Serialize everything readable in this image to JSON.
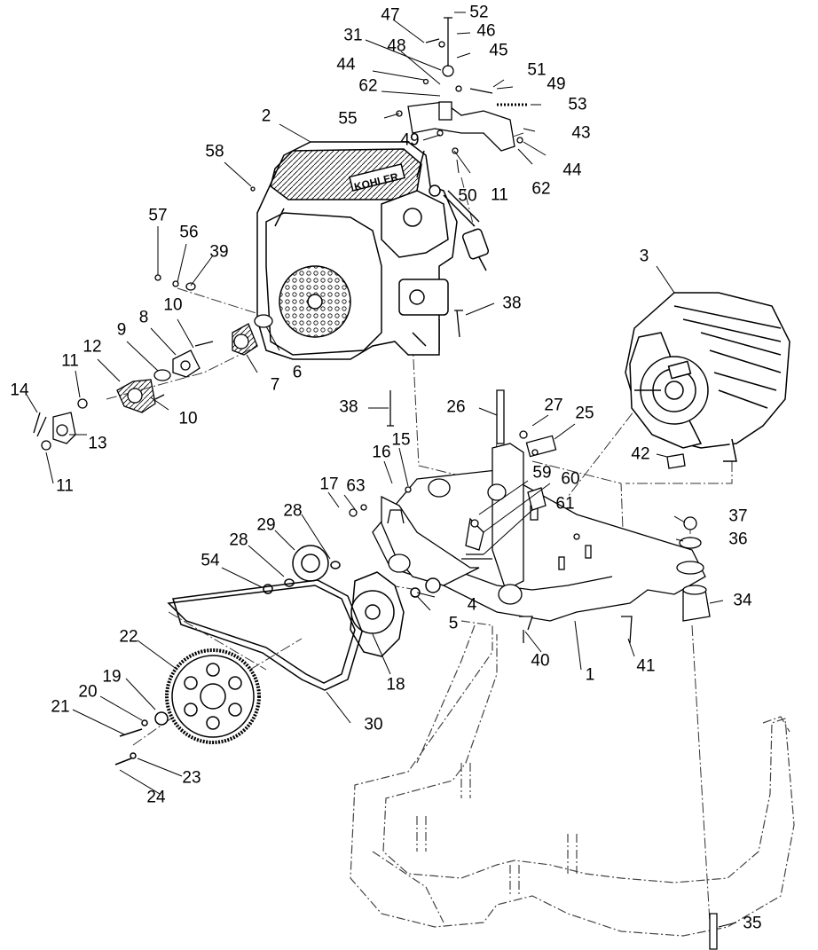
{
  "diagram": {
    "brand_text": "KOHLER",
    "callouts": [
      {
        "id": "c52",
        "text": "52"
      },
      {
        "id": "c47",
        "text": "47"
      },
      {
        "id": "c46",
        "text": "46"
      },
      {
        "id": "c31",
        "text": "31"
      },
      {
        "id": "c48",
        "text": "48"
      },
      {
        "id": "c45",
        "text": "45"
      },
      {
        "id": "c44a",
        "text": "44"
      },
      {
        "id": "c51",
        "text": "51"
      },
      {
        "id": "c62a",
        "text": "62"
      },
      {
        "id": "c49a",
        "text": "49"
      },
      {
        "id": "c53",
        "text": "53"
      },
      {
        "id": "c2",
        "text": "2"
      },
      {
        "id": "c55",
        "text": "55"
      },
      {
        "id": "c43",
        "text": "43"
      },
      {
        "id": "c49b",
        "text": "49"
      },
      {
        "id": "c44b",
        "text": "44"
      },
      {
        "id": "c58",
        "text": "58"
      },
      {
        "id": "c50",
        "text": "50"
      },
      {
        "id": "c11a",
        "text": "11"
      },
      {
        "id": "c62b",
        "text": "62"
      },
      {
        "id": "c57",
        "text": "57"
      },
      {
        "id": "c56",
        "text": "56"
      },
      {
        "id": "c39",
        "text": "39"
      },
      {
        "id": "c3",
        "text": "3"
      },
      {
        "id": "c10a",
        "text": "10"
      },
      {
        "id": "c38a",
        "text": "38"
      },
      {
        "id": "c8",
        "text": "8"
      },
      {
        "id": "c9",
        "text": "9"
      },
      {
        "id": "c12",
        "text": "12"
      },
      {
        "id": "c6",
        "text": "6"
      },
      {
        "id": "c11b",
        "text": "11"
      },
      {
        "id": "c7",
        "text": "7"
      },
      {
        "id": "c14",
        "text": "14"
      },
      {
        "id": "c10b",
        "text": "10"
      },
      {
        "id": "c38b",
        "text": "38"
      },
      {
        "id": "c26",
        "text": "26"
      },
      {
        "id": "c27",
        "text": "27"
      },
      {
        "id": "c25",
        "text": "25"
      },
      {
        "id": "c13",
        "text": "13"
      },
      {
        "id": "c11c",
        "text": "11"
      },
      {
        "id": "c15",
        "text": "15"
      },
      {
        "id": "c42",
        "text": "42"
      },
      {
        "id": "c16",
        "text": "16"
      },
      {
        "id": "c59",
        "text": "59"
      },
      {
        "id": "c60",
        "text": "60"
      },
      {
        "id": "c17",
        "text": "17"
      },
      {
        "id": "c63",
        "text": "63"
      },
      {
        "id": "c28a",
        "text": "28"
      },
      {
        "id": "c61",
        "text": "61"
      },
      {
        "id": "c37",
        "text": "37"
      },
      {
        "id": "c29",
        "text": "29"
      },
      {
        "id": "c36",
        "text": "36"
      },
      {
        "id": "c54",
        "text": "54"
      },
      {
        "id": "c28b",
        "text": "28"
      },
      {
        "id": "c34",
        "text": "34"
      },
      {
        "id": "c4",
        "text": "4"
      },
      {
        "id": "c22",
        "text": "22"
      },
      {
        "id": "c5",
        "text": "5"
      },
      {
        "id": "c40",
        "text": "40"
      },
      {
        "id": "c41",
        "text": "41"
      },
      {
        "id": "c1",
        "text": "1"
      },
      {
        "id": "c18",
        "text": "18"
      },
      {
        "id": "c19",
        "text": "19"
      },
      {
        "id": "c20",
        "text": "20"
      },
      {
        "id": "c21",
        "text": "21"
      },
      {
        "id": "c30",
        "text": "30"
      },
      {
        "id": "c23",
        "text": "23"
      },
      {
        "id": "c24",
        "text": "24"
      },
      {
        "id": "c35",
        "text": "35"
      }
    ]
  }
}
